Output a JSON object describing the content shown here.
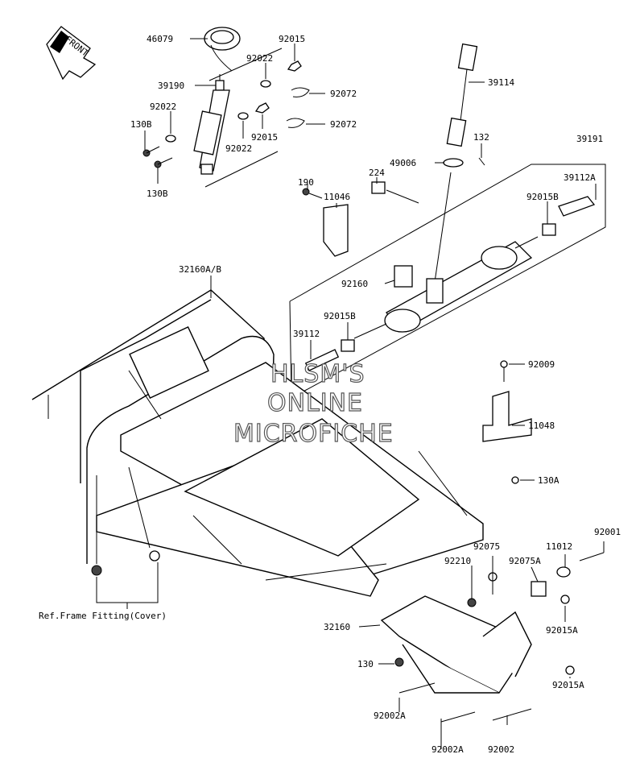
{
  "front_label": "FRONT",
  "watermark": [
    "HLSM'S",
    "ONLINE",
    "MICROFICHE"
  ],
  "reference_note": "Ref.Frame Fitting(Cover)",
  "part_labels": {
    "p46079": "46079",
    "p92015_top": "92015",
    "p92022_a": "92022",
    "p39190": "39190",
    "p92072_a": "92072",
    "p92022_b": "92022",
    "p130b_a": "130B",
    "p92015_mid": "92015",
    "p92072_b": "92072",
    "p92022_c": "92022",
    "p130b_b": "130B",
    "p39114": "39114",
    "p132": "132",
    "p39191": "39191",
    "p49006": "49006",
    "p224": "224",
    "p39112a": "39112A",
    "p190": "190",
    "p11046": "11046",
    "p92015b_a": "92015B",
    "p32160ab": "32160A/B",
    "p92160": "92160",
    "p92015b_b": "92015B",
    "p39112": "39112",
    "p92009": "92009",
    "p11048": "11048",
    "p130a": "130A",
    "p92001": "92001",
    "p92075": "92075",
    "p11012": "11012",
    "p92210": "92210",
    "p92075a": "92075A",
    "p32160": "32160",
    "p92015a_a": "92015A",
    "p130": "130",
    "p92015a_b": "92015A",
    "p92002a_a": "92002A",
    "p92002a_b": "92002A",
    "p92002": "92002"
  }
}
